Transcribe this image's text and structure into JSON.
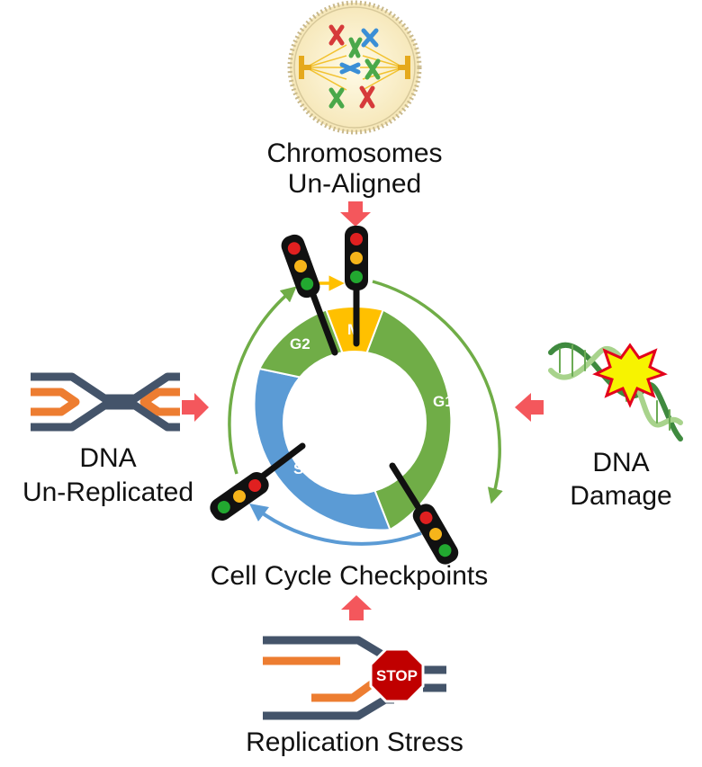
{
  "labels": {
    "chromosomes_line1": "Chromosomes",
    "chromosomes_line2": "Un-Aligned",
    "dna_unreplicated_line1": "DNA",
    "dna_unreplicated_line2": "Un-Replicated",
    "dna_damage_line1": "DNA",
    "dna_damage_line2": "Damage",
    "checkpoints": "Cell Cycle Checkpoints",
    "replication_stress": "Replication Stress"
  },
  "phases": {
    "g1": "G1",
    "s": "S",
    "g2": "G2",
    "m": "M"
  },
  "stop_sign": "STOP",
  "colors": {
    "g1": "#70ad47",
    "s": "#5b9bd5",
    "g2": "#70ad47",
    "m": "#ffc000",
    "trigger_arrow": "#f4575c",
    "strand_dark": "#44546a",
    "strand_orange": "#ed7d31",
    "stop": "#c00000"
  },
  "icons": {
    "traffic_light": "traffic-light-icon",
    "cell": "mitotic-cell-icon",
    "helix": "dna-helix-icon",
    "burst": "damage-burst-icon",
    "fork": "replication-fork-icon"
  }
}
